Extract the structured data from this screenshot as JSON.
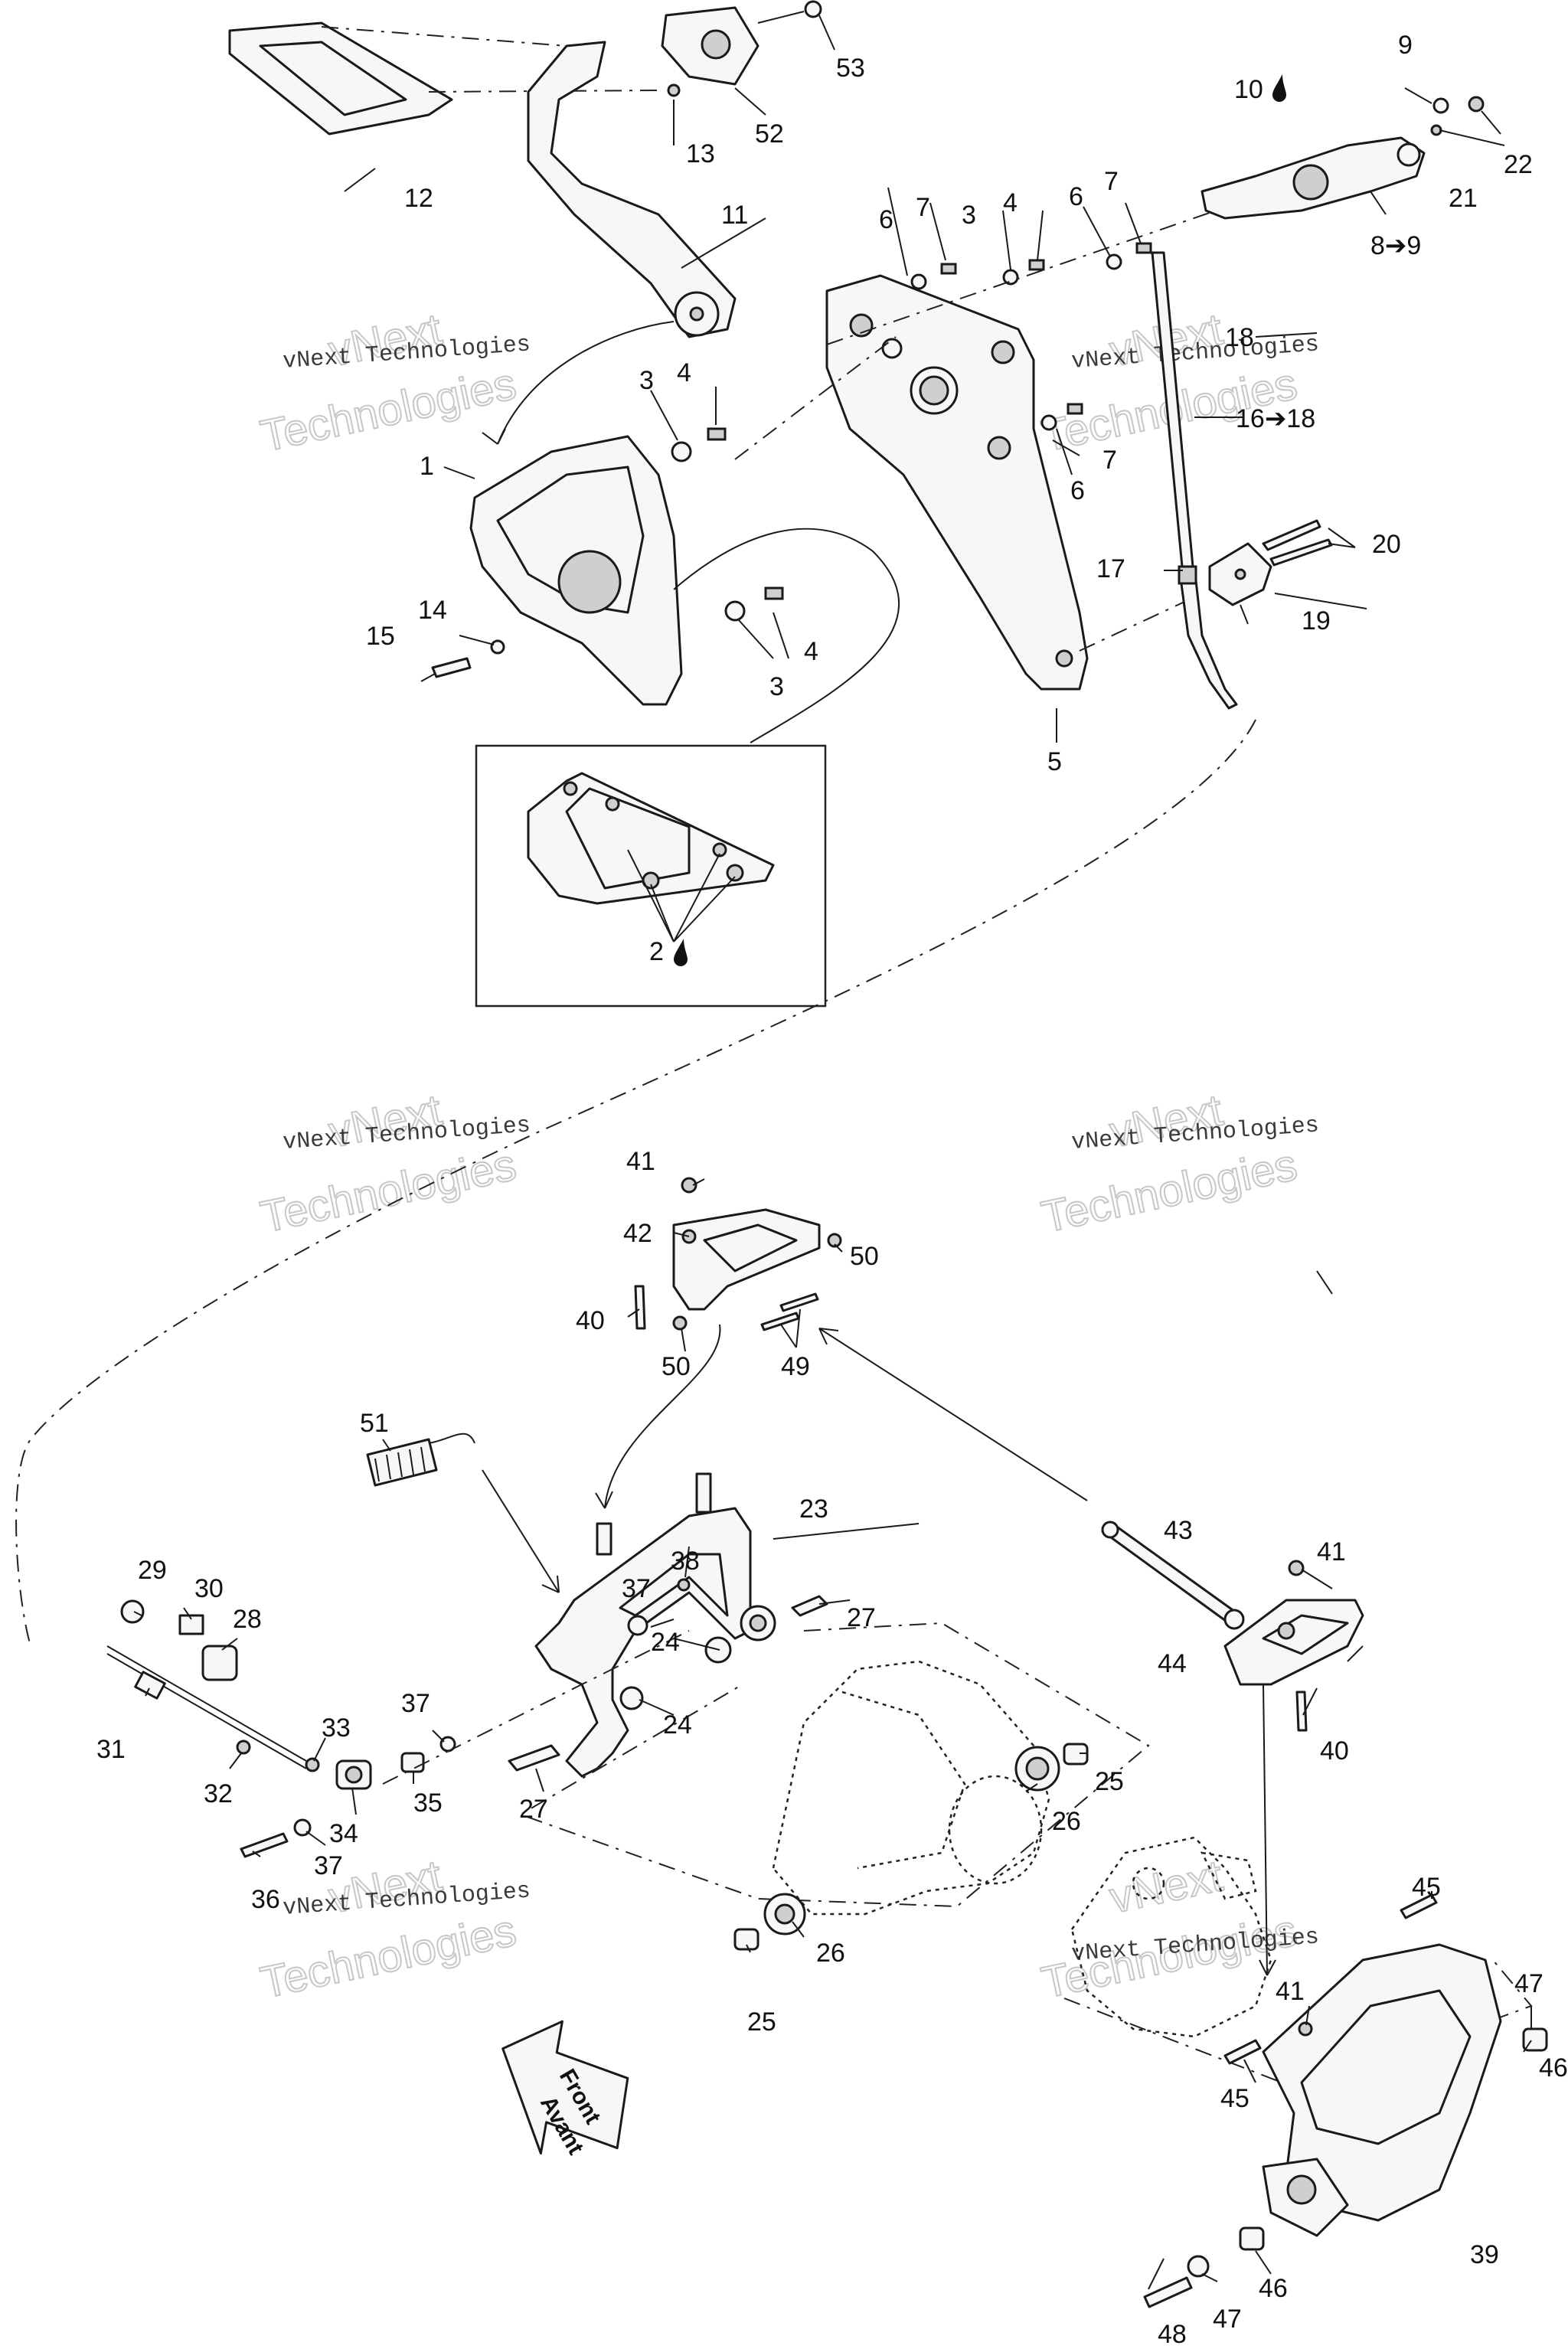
{
  "watermark": {
    "line1": "vNext Technologies",
    "line2_a": "vNext",
    "line2_b": "Technologies"
  },
  "front_marker": {
    "line1": "Front",
    "line2": "Avant"
  },
  "callouts": {
    "c1": "1",
    "c2": "2",
    "c3a": "3",
    "c3b": "3",
    "c3c": "3",
    "c4a": "4",
    "c4b": "4",
    "c4c": "4",
    "c5": "5",
    "c6a": "6",
    "c6b": "6",
    "c6c": "6",
    "c7a": "7",
    "c7b": "7",
    "c7c": "7",
    "c8": "8➔9",
    "c9": "9",
    "c10": "10",
    "c11": "11",
    "c12": "12",
    "c13": "13",
    "c14": "14",
    "c15": "15",
    "c16": "16➔18",
    "c17": "17",
    "c18": "18",
    "c19": "19",
    "c20": "20",
    "c21": "21",
    "c22": "22",
    "c23": "23",
    "c24a": "24",
    "c24b": "24",
    "c25a": "25",
    "c25b": "25",
    "c26a": "26",
    "c26b": "26",
    "c27a": "27",
    "c27b": "27",
    "c28": "28",
    "c29": "29",
    "c30": "30",
    "c31": "31",
    "c32": "32",
    "c33": "33",
    "c34": "34",
    "c35": "35",
    "c36": "36",
    "c37a": "37",
    "c37b": "37",
    "c37c": "37",
    "c38": "38",
    "c39": "39",
    "c40a": "40",
    "c40b": "40",
    "c41a": "41",
    "c41b": "41",
    "c41c": "41",
    "c42": "42",
    "c43": "43",
    "c44": "44",
    "c45a": "45",
    "c45b": "45",
    "c46a": "46",
    "c46b": "46",
    "c47a": "47",
    "c47b": "47",
    "c48": "48",
    "c49": "49",
    "c50a": "50",
    "c50b": "50",
    "c51": "51",
    "c52": "52",
    "c53": "53"
  },
  "icons": {
    "oil_drop": "oil-drop-icon",
    "front_arrow": "front-arrow-icon"
  }
}
